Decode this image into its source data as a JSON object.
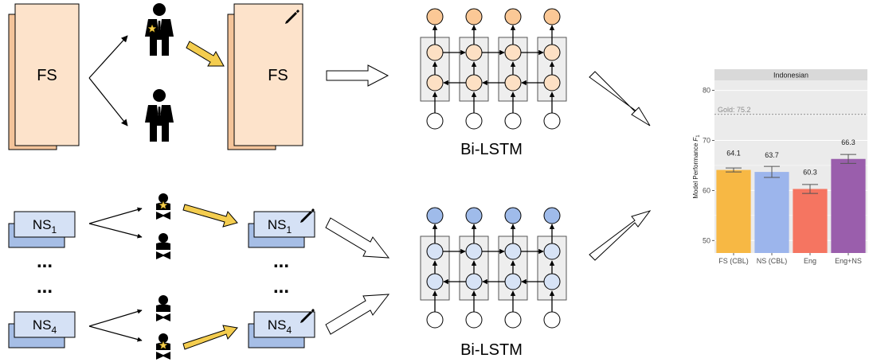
{
  "fs_label": "FS",
  "ns": {
    "prefix": "NS",
    "first_sub": "1",
    "last_sub": "4",
    "ellipsis": "..."
  },
  "bilstm_label": "Bi-LSTM",
  "colors": {
    "fs_fill": "#fde3cb",
    "fs_back": "#f4c49a",
    "fs_node": "#fbc896",
    "fs_node_light": "#fde0c4",
    "ns_fill": "#d5e1f5",
    "ns_back": "#a6bee6",
    "ns_node": "#9fbbea",
    "ns_node_light": "#d7e3f6",
    "yellow_arrow": "#f4cd4f",
    "lstm_cell": "#eeeeee",
    "chart_panel": "#ebebeb",
    "chart_strip": "#d9d9d9"
  },
  "icons": [
    "expert-star-icon",
    "expert-icon",
    "baby-star-icon",
    "baby-icon",
    "pencil-icon"
  ],
  "chart_data": {
    "type": "bar",
    "title": "Indonesian",
    "ylabel": "Model Performance F1",
    "xlabel": "",
    "categories": [
      "FS (CBL)",
      "NS (CBL)",
      "Eng",
      "Eng+NS"
    ],
    "values": [
      64.1,
      63.7,
      60.3,
      66.3
    ],
    "value_labels": [
      "64.1",
      "63.7",
      "60.3",
      "66.3"
    ],
    "errors": [
      0.4,
      1.1,
      0.9,
      0.9
    ],
    "colors": [
      "#f7b844",
      "#9cb5ec",
      "#f57561",
      "#9a5eac"
    ],
    "ylim": [
      47.5,
      82
    ],
    "yticks": [
      50,
      60,
      70,
      80
    ],
    "reference": {
      "label": "Gold: 75.2",
      "value": 75.2
    },
    "grid": true
  }
}
